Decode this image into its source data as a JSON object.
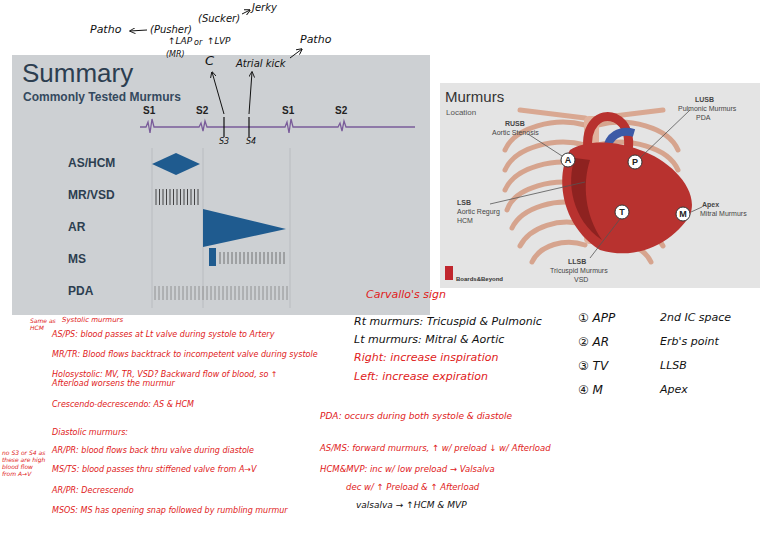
{
  "diagram": {
    "nodes": [
      {
        "text": [
          "Summary",
          "Commonly Tested Murmurs"
        ]
      },
      {
        "text": [
          "Murmurs",
          "Location"
        ]
      },
      {
        "text": [
          "A"
        ],
        "in": 1
      },
      {
        "text": [
          "P"
        ],
        "in": 1
      },
      {
        "text": [
          "T"
        ],
        "in": 1
      },
      {
        "text": [
          "M"
        ],
        "in": 1
      }
    ],
    "labels": [
      "Patho",
      "(Pusher)",
      "(Sucker)",
      "Jerky",
      "↑LAP",
      "or",
      "↑LVP",
      "(MR)",
      "C",
      "Atrial kick",
      "Patho",
      "S1",
      "S2",
      "S1",
      "S2",
      "S3",
      "S4",
      "AS/HCM",
      "MR/VSD",
      "AR",
      "MS",
      "PDA",
      "RUSB",
      "Aortic Stenosis",
      "LUSB",
      "Pulmonic Murmurs",
      "PDA",
      "LSB",
      "Aortic Regurg",
      "HCM",
      "Apex",
      "Mitral Murmurs",
      "LLSB",
      "Tricuspid Murmurs",
      "VSD",
      "Boards&Beyond",
      "Systolic murmurs",
      "Same as HCM",
      "AS/PS: blood passes at Lt valve during systole to Artery",
      "MR/TR: Blood flows backtrack to incompetent valve during systole",
      "Holosystolic: MV, TR, VSD? Backward flow of blood, so ↑ Afterload worsens the murmur",
      "Crescendo-decrescendo: AS & HCM",
      "Diastolic murmurs:",
      "AR/PR: blood flows back thru valve during diastole",
      "MS/TS: blood passes thru stiffened valve from A→V",
      "AR/PR: Decrescendo",
      "MSOS: MS has opening snap followed by rumbling murmur",
      "no S3 or S4 as these are high blood flow from A→V",
      "Carvallo's sign",
      "Rt murmurs: Tricuspid & Pulmonic",
      "Lt murmurs: Mitral & Aortic",
      "Right: increase inspiration",
      "Left: increase expiration",
      "PDA: occurs during both systole & diastole",
      "AS/MS: forward murmurs, ↑ w/ preload ↓ w/ Afterload",
      "HCM&MVP: inc w/ low preload → Valsalva",
      "dec w/ ↑ Preload & ↑ Afterload",
      "valsalva → ↑HCM & MVP",
      "① APP",
      "2nd IC space",
      "② AR",
      "Erb's point",
      "③ TV",
      "LLSB",
      "④ M",
      "Apex"
    ]
  }
}
